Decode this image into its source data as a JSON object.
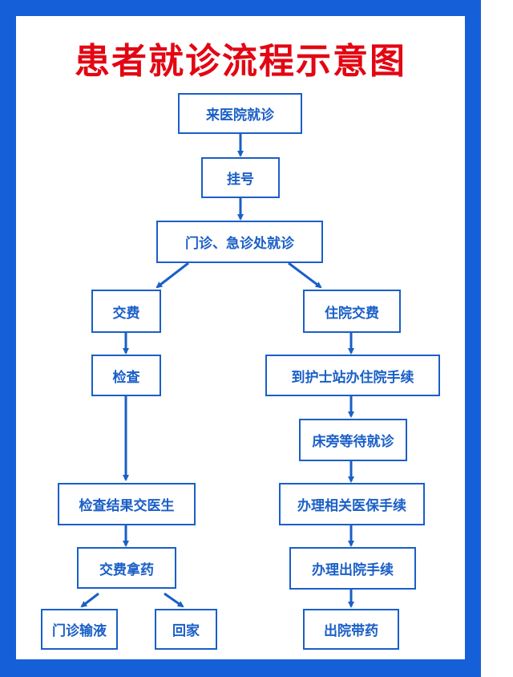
{
  "title": "患者就诊流程示意图",
  "colors": {
    "border": "#1560d8",
    "title": "#e30613",
    "box": "#1a5fc7"
  },
  "nodes": {
    "arrive": "来医院就诊",
    "register": "挂号",
    "clinic": "门诊、急诊处就诊",
    "pay": "交费",
    "exam": "检查",
    "results": "检查结果交医生",
    "pay_medicine": "交费拿药",
    "infusion": "门诊输液",
    "home": "回家",
    "inpatient_pay": "住院交费",
    "nurse_station": "到护士站办住院手续",
    "bedside": "床旁等待就诊",
    "insurance": "办理相关医保手续",
    "discharge": "办理出院手续",
    "discharge_medicine": "出院带药"
  }
}
